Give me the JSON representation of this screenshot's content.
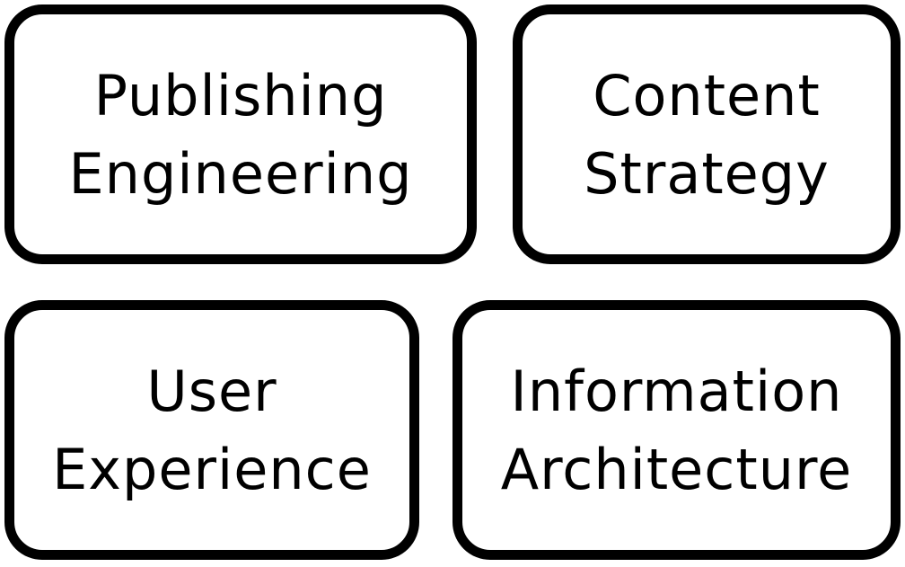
{
  "boxes": [
    {
      "line1": "Publishing",
      "line2": "Engineering"
    },
    {
      "line1": "Content",
      "line2": "Strategy"
    },
    {
      "line1": "User",
      "line2": "Experience"
    },
    {
      "line1": "Information",
      "line2": "Architecture"
    }
  ],
  "colors": {
    "border": "#000000",
    "text": "#000000",
    "background": "#ffffff"
  }
}
